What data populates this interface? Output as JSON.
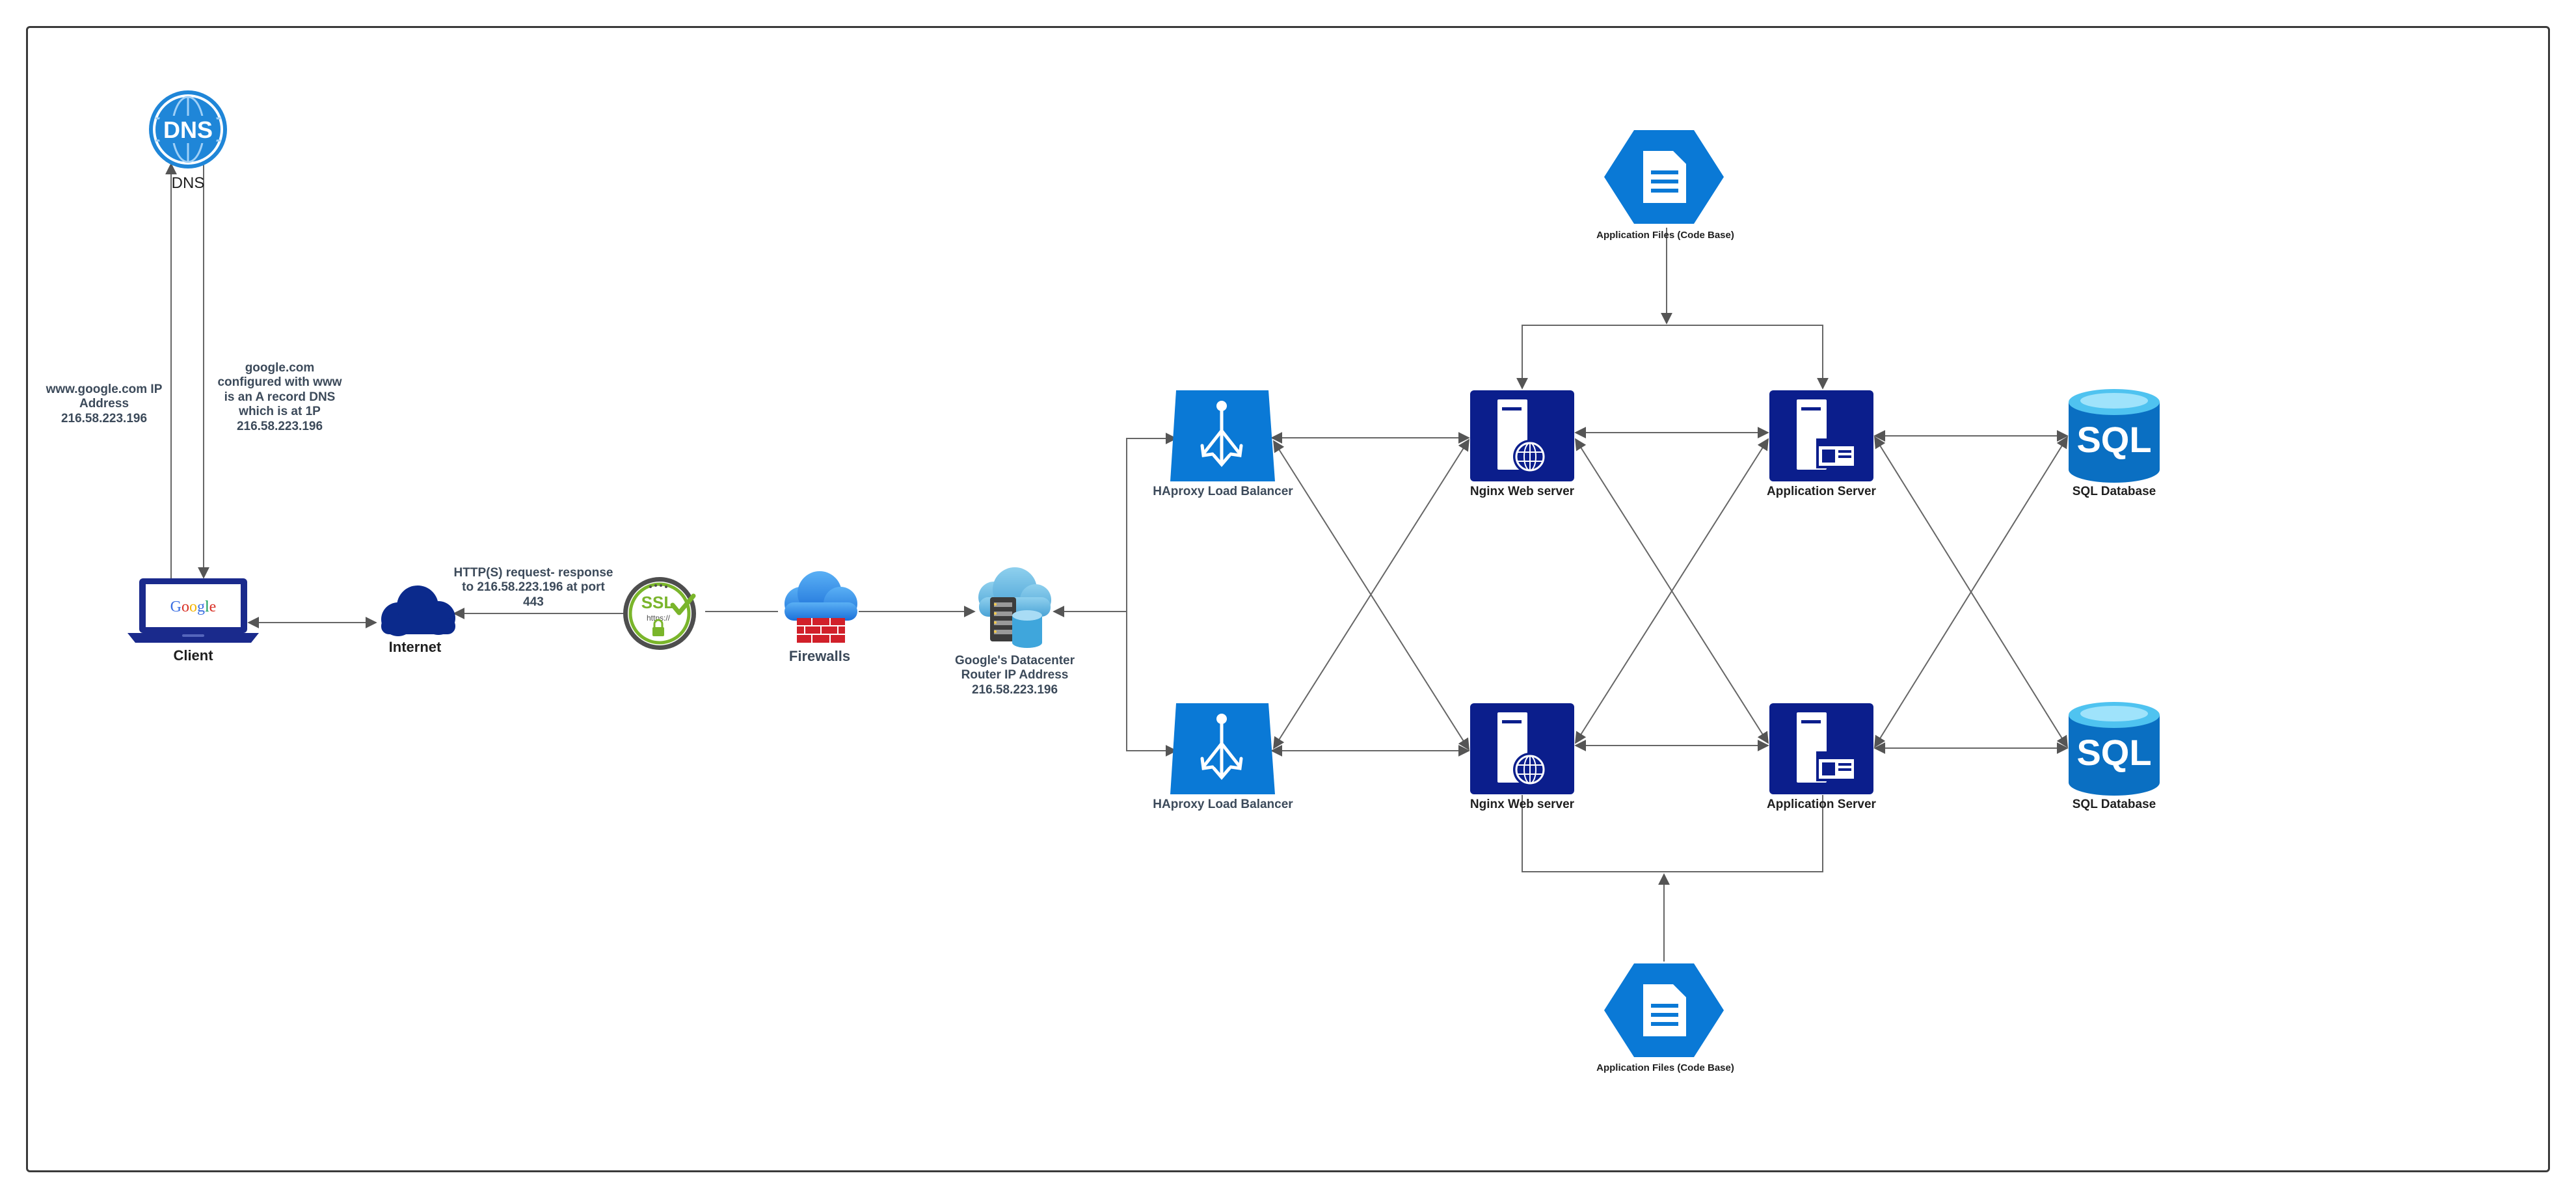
{
  "colors": {
    "azure_blue": "#0a79d6",
    "navy": "#0b1e8c",
    "sql_blue": "#0a6fc2",
    "cloud_navy": "#0b2a8c",
    "line": "#666666",
    "firewall_red": "#d1202a",
    "ssl_green": "#7ab52b"
  },
  "nodes": {
    "dns": {
      "label": "DNS",
      "icon": "dns-globe-icon"
    },
    "client": {
      "label": "Client",
      "icon": "laptop-icon",
      "screen_text": "Google"
    },
    "internet": {
      "label": "Internet",
      "icon": "cloud-icon"
    },
    "ssl": {
      "icon": "ssl-certificate-icon",
      "seal_text": "SSL",
      "seal_sub": "https://"
    },
    "firewalls": {
      "label": "Firewalls",
      "icon": "firewall-cloud-icon"
    },
    "router": {
      "label": "Google's Datacenter\nRouter IP Address\n216.58.223.196",
      "icon": "datacenter-router-icon"
    },
    "lb_top": {
      "label": "HAproxy Load Balancer",
      "icon": "load-balancer-icon"
    },
    "lb_bottom": {
      "label": "HAproxy Load Balancer",
      "icon": "load-balancer-icon"
    },
    "web_top": {
      "label": "Nginx Web server",
      "icon": "web-server-icon"
    },
    "web_bottom": {
      "label": "Nginx Web server",
      "icon": "web-server-icon"
    },
    "app_top": {
      "label": "Application Server",
      "icon": "app-server-icon"
    },
    "app_bottom": {
      "label": "Application Server",
      "icon": "app-server-icon"
    },
    "sql_top": {
      "label": "SQL Database",
      "icon": "sql-database-icon",
      "text": "SQL"
    },
    "sql_bottom": {
      "label": "SQL Database",
      "icon": "sql-database-icon",
      "text": "SQL"
    },
    "files_top": {
      "label": "Application Files (Code Base)",
      "icon": "document-icon"
    },
    "files_bottom": {
      "label": "Application Files (Code Base)",
      "icon": "document-icon"
    }
  },
  "annotations": {
    "ip_left": "www.google.com IP\nAddress\n216.58.223.196",
    "dns_record": "google.com\nconfigured with www\nis an A record DNS\nwhich is at 1P\n216.58.223.196",
    "http_request": "HTTP(S) request- response\nto 216.58.223.196 at port\n443"
  }
}
